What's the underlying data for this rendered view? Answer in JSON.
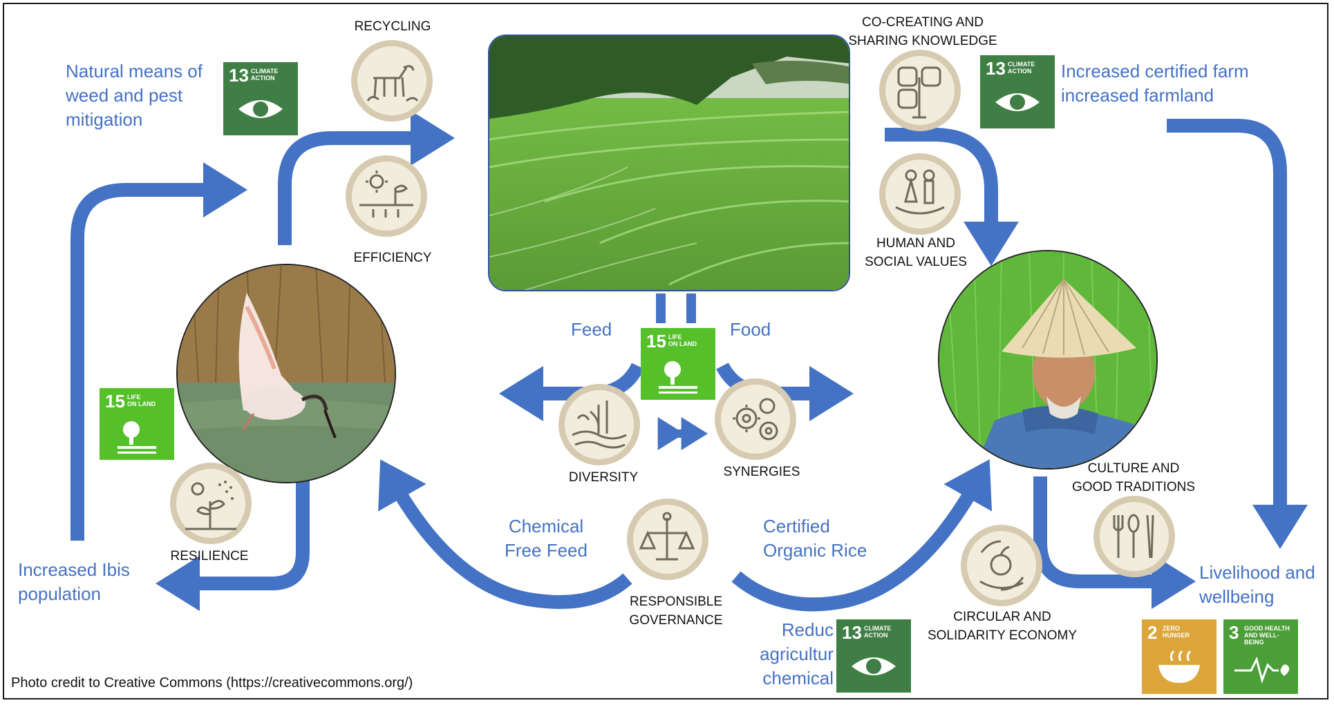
{
  "labels": {
    "natural_means": "Natural means of\nweed and pest\nmitigation",
    "increased_certified": "Increased certified farm\nincreased farmland",
    "increased_ibis": "Increased Ibis\npopulation",
    "livelihood": "Livelihood and\nwellbeing",
    "feed": "Feed",
    "food": "Food",
    "chemical_free_feed": "Chemical\nFree Feed",
    "certified_organic_rice": "Certified\nOrganic Rice",
    "reduced_chemical": "Reduc\nagricultur\nchemical"
  },
  "principles": {
    "recycling": "RECYCLING",
    "efficiency": "EFFICIENCY",
    "co_creating": "CO-CREATING AND\nSHARING KNOWLEDGE",
    "human_social": "HUMAN AND\nSOCIAL VALUES",
    "diversity": "DIVERSITY",
    "synergies": "SYNERGIES",
    "resilience": "RESILIENCE",
    "responsible_governance": "RESPONSIBLE\nGOVERNANCE",
    "culture": "CULTURE AND\nGOOD TRADITIONS",
    "circular": "CIRCULAR AND\nSOLIDARITY ECONOMY"
  },
  "sdg": {
    "climate_num": "13",
    "climate_label": "CLIMATE\nACTION",
    "land_num": "15",
    "land_label": "LIFE\nON LAND",
    "zero_num": "2",
    "zero_label": "ZERO\nHUNGER",
    "health_num": "3",
    "health_label": "GOOD HEALTH\nAND WELL-BEING"
  },
  "credit": "Photo credit to Creative Commons (https://creativecommons.org/)",
  "colors": {
    "arrow": "#4472c4",
    "label_text": "#4472c4",
    "sdg13": "#3f7e44",
    "sdg15": "#56c02b",
    "sdg2": "#dda63a",
    "sdg3": "#4c9f38",
    "icon_ring": "#d6cbb0",
    "icon_fill": "#f2ecdd"
  }
}
